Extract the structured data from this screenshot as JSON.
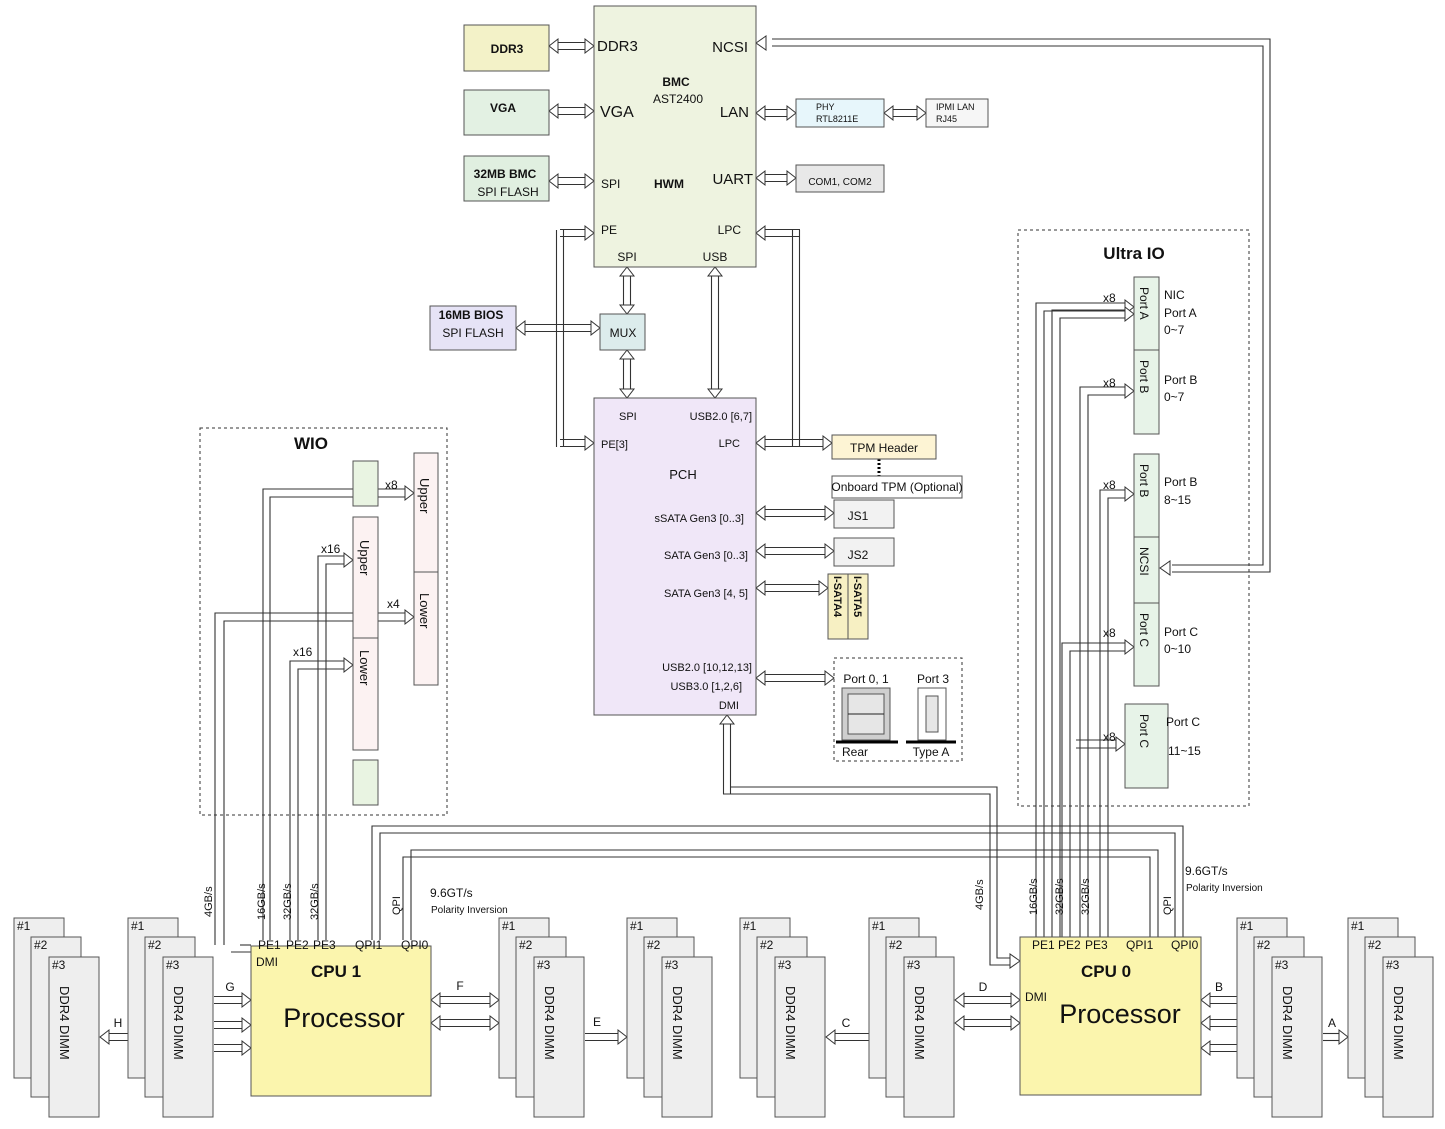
{
  "colors": {
    "ddr3": "#f3f2c8",
    "vga": "#e3f1e3",
    "flash": "#e0efe0",
    "bmc": "#eef3e0",
    "phy": "#e7f6fb",
    "ipmi": "#f6f6f6",
    "com": "#e8e8e8",
    "bios": "#e6e3f6",
    "mux": "#dcecec",
    "pch": "#f0e7f8",
    "tpm": "#fdf4d4",
    "js": "#f2f2f2",
    "sata": "#f7f0c3",
    "cpu": "#fbf5ad",
    "dimm": "#eeeeee",
    "wio_slot": "#e9f4e2",
    "riser": "#fcf2f2",
    "port_green": "#e7f3e8"
  },
  "bmc": {
    "title": "BMC",
    "model": "AST2400",
    "hwm": "HWM",
    "ports": {
      "ddr3": "DDR3",
      "vga": "VGA",
      "spi": "SPI",
      "pe": "PE",
      "ncsi": "NCSI",
      "lan": "LAN",
      "uart": "UART",
      "lpc": "LPC",
      "spi_bottom": "SPI",
      "usb": "USB"
    }
  },
  "ddr3_box": "DDR3",
  "vga_box": "VGA",
  "bmc_flash": {
    "line1": "32MB BMC",
    "line2": "SPI FLASH"
  },
  "phy": {
    "line1": "PHY",
    "line2": "RTL8211E"
  },
  "ipmi": {
    "line1": "IPMI LAN",
    "line2": "RJ45"
  },
  "com": "COM1, COM2",
  "bios": {
    "line1": "16MB BIOS",
    "line2": "SPI FLASH"
  },
  "mux": "MUX",
  "pch": {
    "title": "PCH",
    "spi": "SPI",
    "pe": "PE[3]",
    "usb": "USB2.0 [6,7]",
    "lpc": "LPC",
    "ssata": "sSATA Gen3 [0..3]",
    "sata": "SATA Gen3 [0..3]",
    "sata45": "SATA Gen3 [4, 5]",
    "usb2": "USB2.0 [10,12,13]",
    "usb3": "USB3.0 [1,2,6]",
    "dmi": "DMI"
  },
  "tpm_header": "TPM Header",
  "onboard_tpm": "Onboard TPM (Optional)",
  "js1": "JS1",
  "js2": "JS2",
  "isata5": "I-SATA5",
  "isata4": "I-SATA4",
  "usb_ports": {
    "p01": "Port 0, 1",
    "p3": "Port 3",
    "rear": "Rear",
    "typea": "Type A"
  },
  "wio": {
    "title": "WIO",
    "upper": "Upper",
    "lower": "Lower",
    "upper2": "Upper",
    "lower2": "Lower",
    "x8": "x8",
    "x16a": "x16",
    "x4": "x4",
    "x16b": "x16"
  },
  "ultra": {
    "title": "Ultra IO",
    "port_a": "Port A",
    "port_b1": "Port B",
    "port_b2": "Port B",
    "ncsi": "NCSI",
    "port_c1": "Port C",
    "port_c2": "Port C",
    "nic": "NIC",
    "nic_pa": "Port A",
    "nic_07": "0~7",
    "pb_a": "Port B",
    "pb_a_r": "0~7",
    "pb_b": "Port B",
    "pb_b_r": "8~15",
    "pc_a": "Port C",
    "pc_a_r": "0~10",
    "pc_b": "Port C",
    "pc_b_r": "11~15",
    "x8": "x8"
  },
  "cpu1": {
    "title": "CPU 1",
    "proc": "Processor",
    "dmi": "DMI",
    "pe1": "PE1",
    "pe2": "PE2",
    "pe3": "PE3",
    "qpi1": "QPI1",
    "qpi0": "QPI0"
  },
  "cpu0": {
    "title": "CPU 0",
    "proc": "Processor",
    "dmi": "DMI",
    "pe1": "PE1",
    "pe2": "PE2",
    "pe3": "PE3",
    "qpi1": "QPI1",
    "qpi0": "QPI0"
  },
  "bw": {
    "gb4": "4GB/s",
    "gb16": "16GB/s",
    "gb32a": "32GB/s",
    "gb32b": "32GB/s",
    "qpi": "QPI"
  },
  "qpi_note": {
    "speed": "9.6GT/s",
    "pol": "Polarity Inversion"
  },
  "dimm": {
    "label": "DDR4 DIMM",
    "n1": "#1",
    "n2": "#2",
    "n3": "#3"
  },
  "channels": {
    "A": "A",
    "B": "B",
    "C": "C",
    "D": "D",
    "E": "E",
    "F": "F",
    "G": "G",
    "H": "H"
  }
}
